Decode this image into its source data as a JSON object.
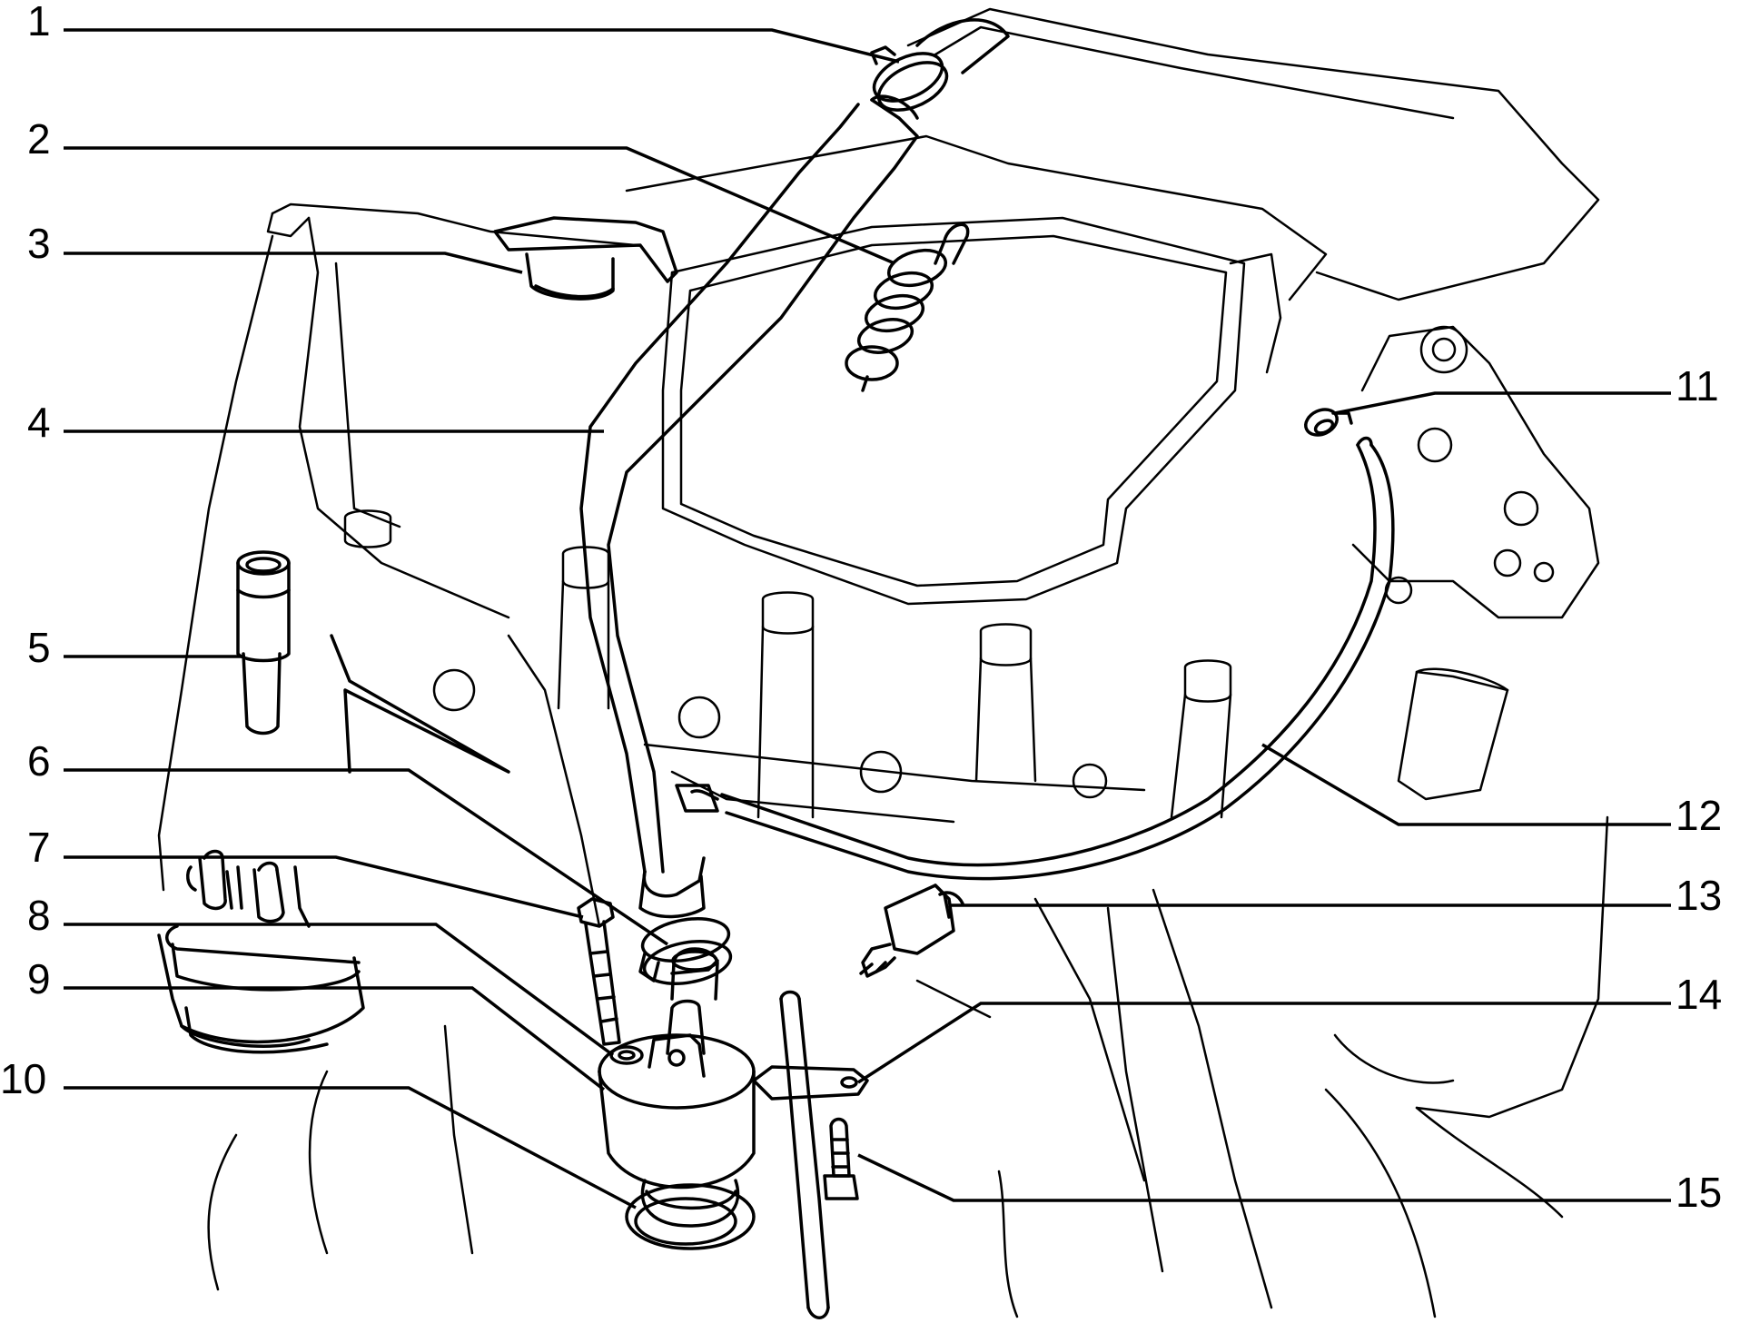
{
  "callouts": [
    {
      "id": "1",
      "label": "1"
    },
    {
      "id": "2",
      "label": "2"
    },
    {
      "id": "3",
      "label": "3"
    },
    {
      "id": "4",
      "label": "4"
    },
    {
      "id": "5",
      "label": "5"
    },
    {
      "id": "6",
      "label": "6"
    },
    {
      "id": "7",
      "label": "7"
    },
    {
      "id": "8",
      "label": "8"
    },
    {
      "id": "9",
      "label": "9"
    },
    {
      "id": "10",
      "label": "10"
    },
    {
      "id": "11",
      "label": "11"
    },
    {
      "id": "12",
      "label": "12"
    },
    {
      "id": "13",
      "label": "13"
    },
    {
      "id": "14",
      "label": "14"
    },
    {
      "id": "15",
      "label": "15"
    }
  ],
  "colors": {
    "ink": "#000000",
    "paper": "#ffffff"
  }
}
